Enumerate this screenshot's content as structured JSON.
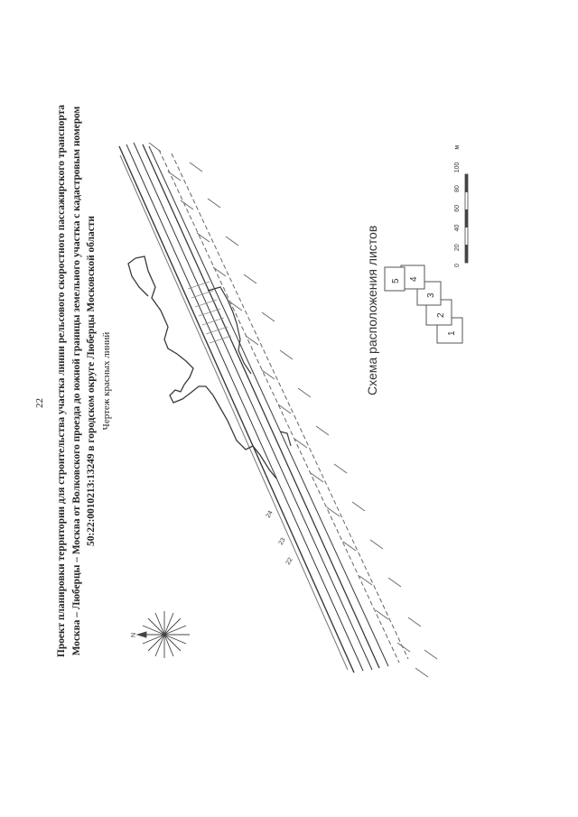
{
  "page": {
    "number": "22"
  },
  "title": {
    "lines": [
      "Проект планировки территории для строительства участка линии рельсового скоростного пассажирского транспорта",
      "Москва – Люберцы – Москва от Волковского проезда до южной границы земельного участка с кадастровым номером",
      "50:22:0010213:13249 в городском округе Люберцы Московской области"
    ],
    "subtitle": "Чертеж красных линий"
  },
  "sheet_layout": {
    "label": "Схема расположения листов",
    "sheets": [
      "1",
      "2",
      "3",
      "4",
      "5"
    ]
  },
  "scale_bar": {
    "ticks": "0 20 40 60 80 100 м"
  },
  "compass": {
    "north": "N"
  },
  "plan_labels": [
    "24",
    "23",
    "22"
  ],
  "colors": {
    "line": "#3a3a3a",
    "hatch": "#9a9a9a"
  }
}
